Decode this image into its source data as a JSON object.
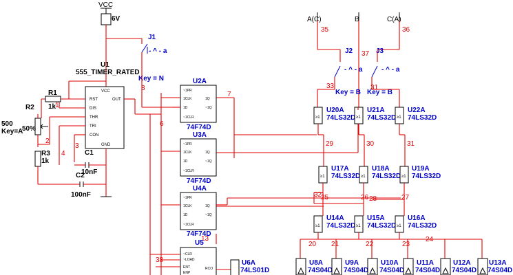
{
  "power": {
    "vcc": "VCC",
    "volt": "6V"
  },
  "timer": {
    "ref": "U1",
    "model": "555_TIMER_RATED",
    "vcc_pin": "VCC",
    "pins_left": [
      "RST",
      "DIS",
      "THR",
      "TRI",
      "CON"
    ],
    "pin_out": "OUT",
    "pin_gnd": "GND"
  },
  "r1": {
    "ref": "R1",
    "val": "1k"
  },
  "r2": {
    "ref": "R2",
    "val": "500",
    "pct": "50%",
    "key": "Key=A"
  },
  "r3": {
    "ref": "R3",
    "val": "1k"
  },
  "c1": {
    "ref": "C1",
    "val": "10nF"
  },
  "c2": {
    "ref": "C2",
    "val": "100nF"
  },
  "j1": {
    "ref": "J1",
    "key": "Key = N"
  },
  "j2": {
    "ref": "J2"
  },
  "j3": {
    "ref": "J3"
  },
  "jkeys": {
    "j2": "Key = B",
    "j3": "Key = B"
  },
  "ff": {
    "u2": {
      "ref": "U2A",
      "model": "74F74D"
    },
    "u3": {
      "ref": "U3A",
      "model": "74F74D"
    },
    "u4": {
      "ref": "U4A",
      "model": "74F74D"
    },
    "pins": {
      "pr": "~1PR",
      "clk": "1CLK",
      "d": "1D",
      "clr": "~1CLR",
      "q": "1Q",
      "qn": "~1Q"
    }
  },
  "u5": {
    "ref": "U5",
    "pins": [
      "~CLR",
      "~LOAD",
      "ENT",
      "ENP"
    ],
    "rco": "RCO"
  },
  "u6": {
    "ref": "U6A",
    "model": "74LS01D"
  },
  "inputs": [
    "A(C)",
    "B",
    "C(A)"
  ],
  "or_gates": [
    {
      "ref": "U20A",
      "model": "74LS32D"
    },
    {
      "ref": "U21A",
      "model": "74LS32D"
    },
    {
      "ref": "U22A",
      "model": "74LS32D"
    },
    {
      "ref": "U17A",
      "model": "74LS32D"
    },
    {
      "ref": "U18A",
      "model": "74LS32D"
    },
    {
      "ref": "U19A",
      "model": "74LS32D"
    },
    {
      "ref": "U14A",
      "model": "74LS32D"
    },
    {
      "ref": "U15A",
      "model": "74LS32D"
    },
    {
      "ref": "U16A",
      "model": "74LS32D"
    }
  ],
  "or_symbol": "≥1",
  "inverters": [
    {
      "ref": "U8A",
      "model": "74S04D"
    },
    {
      "ref": "U9A",
      "model": "74S04D"
    },
    {
      "ref": "U10A",
      "model": "74S04D"
    },
    {
      "ref": "U11A",
      "model": "74S04D"
    },
    {
      "ref": "U12A",
      "model": "74S04D"
    },
    {
      "ref": "U13A",
      "model": "74S04D"
    }
  ],
  "nets": {
    "n1": "1",
    "n2": "2",
    "n3": "3",
    "n4": "4",
    "n6": "6",
    "n7": "7",
    "n8": "8",
    "n13": "13",
    "n20": "20",
    "n21": "21",
    "n22": "22",
    "n23": "23",
    "n24": "24",
    "n25": "25",
    "n26": "26",
    "n27": "27",
    "n28": "28",
    "n29": "29",
    "n30": "30",
    "n31": "31",
    "n32": "32",
    "n33": "33",
    "n35": "35",
    "n36": "36",
    "n37": "37",
    "n38": "38"
  }
}
